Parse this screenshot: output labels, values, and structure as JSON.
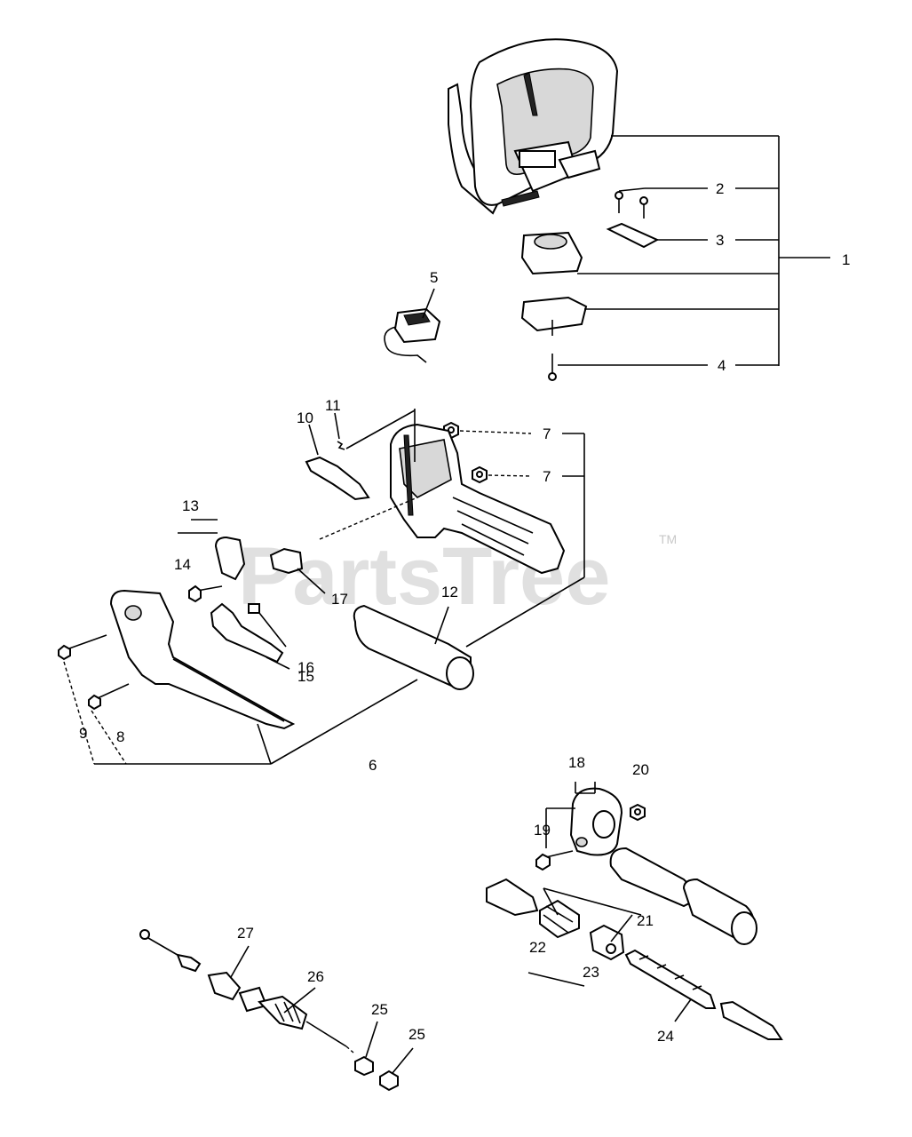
{
  "watermark": {
    "text": "PartsTree",
    "tm": "TM"
  },
  "callouts": {
    "c1": "1",
    "c2": "2",
    "c3": "3",
    "c4": "4",
    "c5": "5",
    "c6": "6",
    "c7a": "7",
    "c7b": "7",
    "c8": "8",
    "c9": "9",
    "c10": "10",
    "c11": "11",
    "c12": "12",
    "c13": "13",
    "c14": "14",
    "c15": "15",
    "c16": "16",
    "c17": "17",
    "c18": "18",
    "c19": "19",
    "c20": "20",
    "c21": "21",
    "c22": "22",
    "c23": "23",
    "c24": "24",
    "c25a": "25",
    "c25b": "25",
    "c26": "26",
    "c27": "27"
  }
}
